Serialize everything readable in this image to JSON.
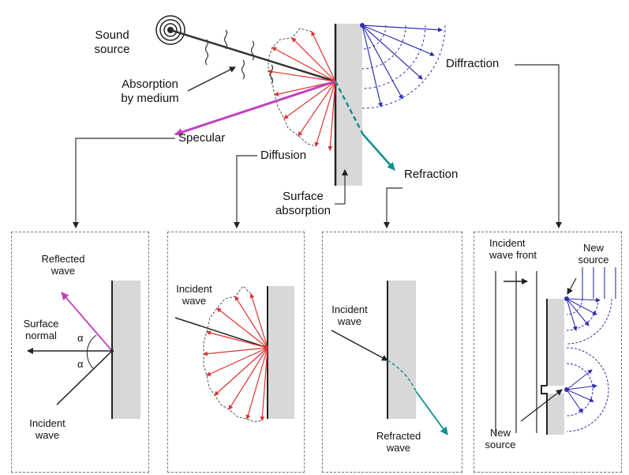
{
  "labels": {
    "sound_source": [
      "Sound",
      "source"
    ],
    "absorption_medium": [
      "Absorption",
      "by medium"
    ],
    "specular": "Specular",
    "diffusion": "Diffusion",
    "surface_absorption": [
      "Surface",
      "absorption"
    ],
    "refraction": "Refraction",
    "diffraction": "Diffraction"
  },
  "panels": {
    "specular": {
      "reflected_wave": [
        "Reflected",
        "wave"
      ],
      "surface_normal": [
        "Surface",
        "normal"
      ],
      "angle_symbol": "α",
      "incident_wave": [
        "Incident",
        "wave"
      ]
    },
    "diffusion": {
      "incident_wave": [
        "Incident",
        "wave"
      ]
    },
    "refraction": {
      "incident_wave": [
        "Incident",
        "wave"
      ],
      "refracted_wave": [
        "Refracted",
        "wave"
      ]
    },
    "diffraction": {
      "incident_wave_front": [
        "Incident",
        "wave front"
      ],
      "new_source_top": [
        "New",
        "source"
      ],
      "new_source_bottom": [
        "New",
        "source"
      ]
    }
  },
  "colors": {
    "red": "#e23030",
    "blue": "#3030b0",
    "magenta": "#c040c0",
    "teal": "#109090",
    "wall": "#d8d8d8",
    "dark": "#222222"
  }
}
